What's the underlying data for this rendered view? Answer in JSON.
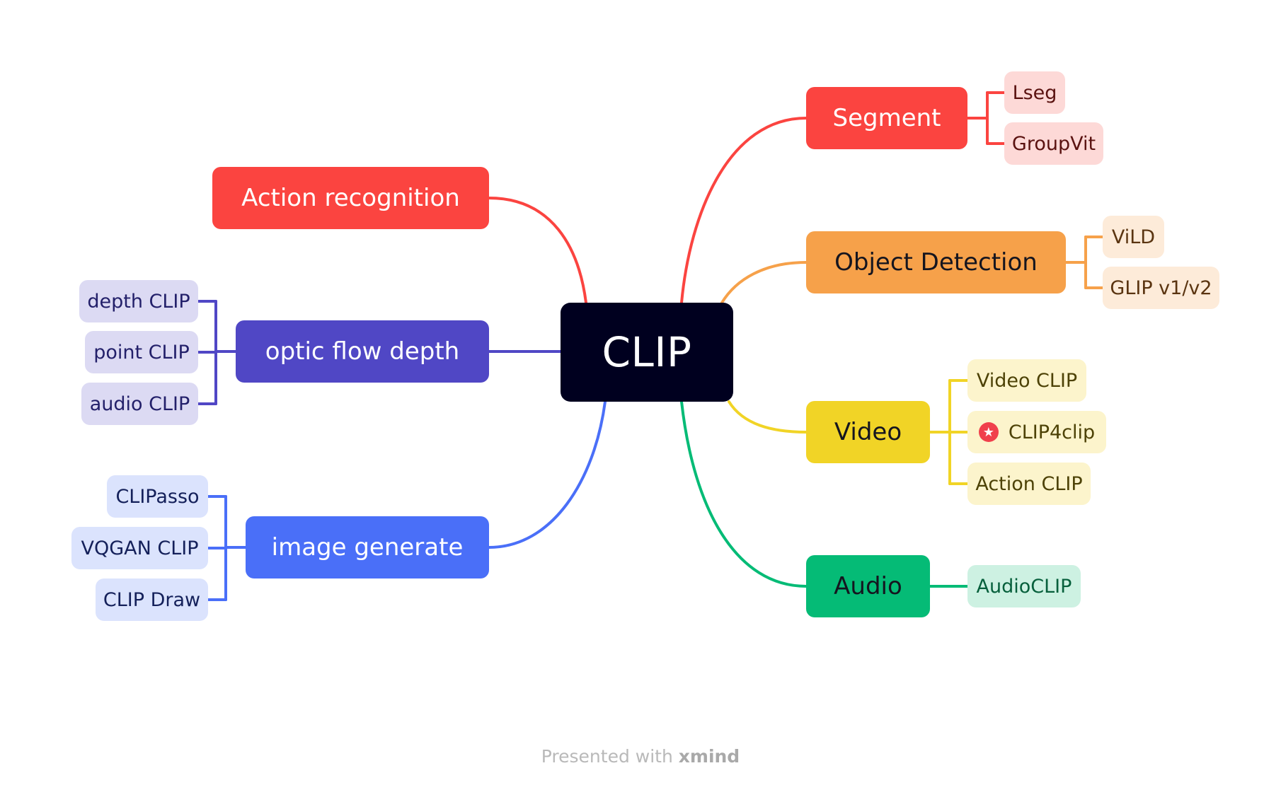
{
  "central": {
    "label": "CLIP",
    "color": "#00001f"
  },
  "branches": {
    "action_recognition": {
      "label": "Action recognition",
      "color": "#fb4440"
    },
    "optic_flow_depth": {
      "label": "optic flow depth",
      "color": "#5047c5",
      "sub_bg": "#dcdaf3",
      "sub_text": "#23206a",
      "children": [
        "depth CLIP",
        "point CLIP",
        "audio CLIP"
      ]
    },
    "image_generate": {
      "label": "image generate",
      "color": "#4a6ff8",
      "sub_bg": "#dbe3fd",
      "sub_text": "#14205a",
      "children": [
        "CLIPasso",
        "VQGAN CLIP",
        "CLIP Draw"
      ]
    },
    "segment": {
      "label": "Segment",
      "color": "#fb4440",
      "sub_bg": "#fdd9d7",
      "sub_text": "#5a1210",
      "children": [
        "Lseg",
        "GroupVit"
      ]
    },
    "object_detection": {
      "label": "Object Detection",
      "color": "#f6a14a",
      "sub_bg": "#fdebd9",
      "sub_text": "#5a3410",
      "children": [
        "ViLD",
        "GLIP v1/v2"
      ]
    },
    "video": {
      "label": "Video",
      "color": "#f1d426",
      "sub_bg": "#fcf4cc",
      "sub_text": "#4d4206",
      "children": [
        "Video CLIP",
        "CLIP4clip",
        "Action CLIP"
      ],
      "marker": {
        "icon": "star-icon",
        "color": "#f0404c"
      }
    },
    "audio": {
      "label": "Audio",
      "color": "#05bb76",
      "sub_bg": "#cdf1e2",
      "sub_text": "#07603c",
      "children": [
        "AudioCLIP"
      ]
    }
  },
  "footer": {
    "prefix": "Presented with",
    "brand": "xmind"
  }
}
